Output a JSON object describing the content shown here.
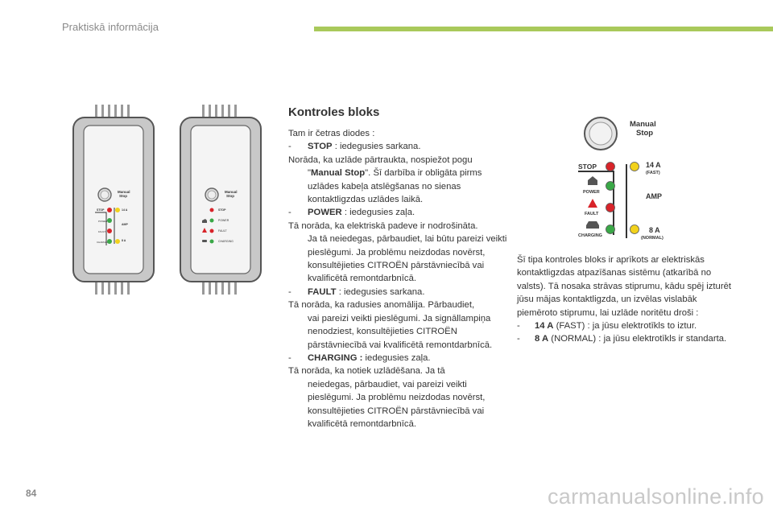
{
  "header": {
    "title": "Praktiskā informācija"
  },
  "page_number": "84",
  "watermark": "carmanualsonline.info",
  "colors": {
    "accent_bar": "#a9c95b",
    "led_red": "#d8242a",
    "led_green": "#3aa847",
    "led_yellow": "#f2d21c"
  },
  "section": {
    "heading": "Kontroles bloks",
    "intro": "Tam ir četras diodes :",
    "stop_label": "STOP",
    "stop_state": " : iedegusies sarkana.",
    "stop_note_a": "Norāda, ka uzlāde pārtraukta, nospiežot pogu",
    "stop_note_b_open": "\"",
    "stop_note_b_bold": "Manual Stop",
    "stop_note_b_rest": "\". Šī darbība ir obligāta pirms uzlādes kabeļa atslēgšanas no sienas kontaktligzdas uzlādes laikā.",
    "power_label": "POWER",
    "power_state": " : iedegusies zaļa.",
    "power_note_a": "Tā norāda, ka elektriskā padeve ir nodrošināta.",
    "power_note_b": "Ja tā neiedegas, pārbaudiet, lai būtu pareizi veikti pieslēgumi. Ja problēmu neizdodas novērst, konsultējieties CITROËN pārstāvniecībā vai kvalificētā remontdarbnīcā.",
    "fault_label": "FAULT",
    "fault_state": " : iedegusies sarkana.",
    "fault_note_a": "Tā norāda, ka radusies anomālija. Pārbaudiet,",
    "fault_note_b": "vai pareizi veikti pieslēgumi. Ja signāllampiņa nenodziest, konsultējieties CITROËN pārstāvniecībā vai kvalificētā remontdarbnīcā.",
    "charging_label": "CHARGING :",
    "charging_state": " iedegusies zaļa.",
    "charging_note_a": "Tā norāda, ka notiek uzlādēšana. Ja tā",
    "charging_note_b": "neiedegas, pārbaudiet, vai pareizi veikti pieslēgumi. Ja problēmu neizdodas novērst, konsultējieties CITROËN pārstāvniecībā vai kvalificētā remontdarbnīcā."
  },
  "right": {
    "para": "Šī tipa kontroles bloks ir aprīkots ar elektriskās kontaktligzdas atpazīšanas sistēmu (atkarībā no valsts). Tā nosaka strāvas stiprumu, kādu spēj izturēt jūsu mājas kontaktligzda, un izvēlas vislabāk piemēroto stiprumu, lai uzlāde noritētu droši :",
    "fast_label": "14 A",
    "fast_text": " (FAST) : ja jūsu elektrotīkls to iztur.",
    "normal_label": "8 A",
    "normal_text": " (NORMAL) : ja jūsu elektrotīkls ir standarta."
  },
  "panel": {
    "manual_line1": "Manual",
    "manual_line2": "Stop",
    "stop": "STOP",
    "power": "POWER",
    "fault": "FAULT",
    "charging": "CHARGING",
    "amp_high": "14 A",
    "amp_high_sub": "(FAST)",
    "amp_label": "AMP",
    "amp_low": "8 A",
    "amp_low_sub": "(NORMAL)"
  },
  "device_right": {
    "stop": "STOP",
    "power": "POWER",
    "fault": "FAULT",
    "charging": "CHARGING"
  }
}
